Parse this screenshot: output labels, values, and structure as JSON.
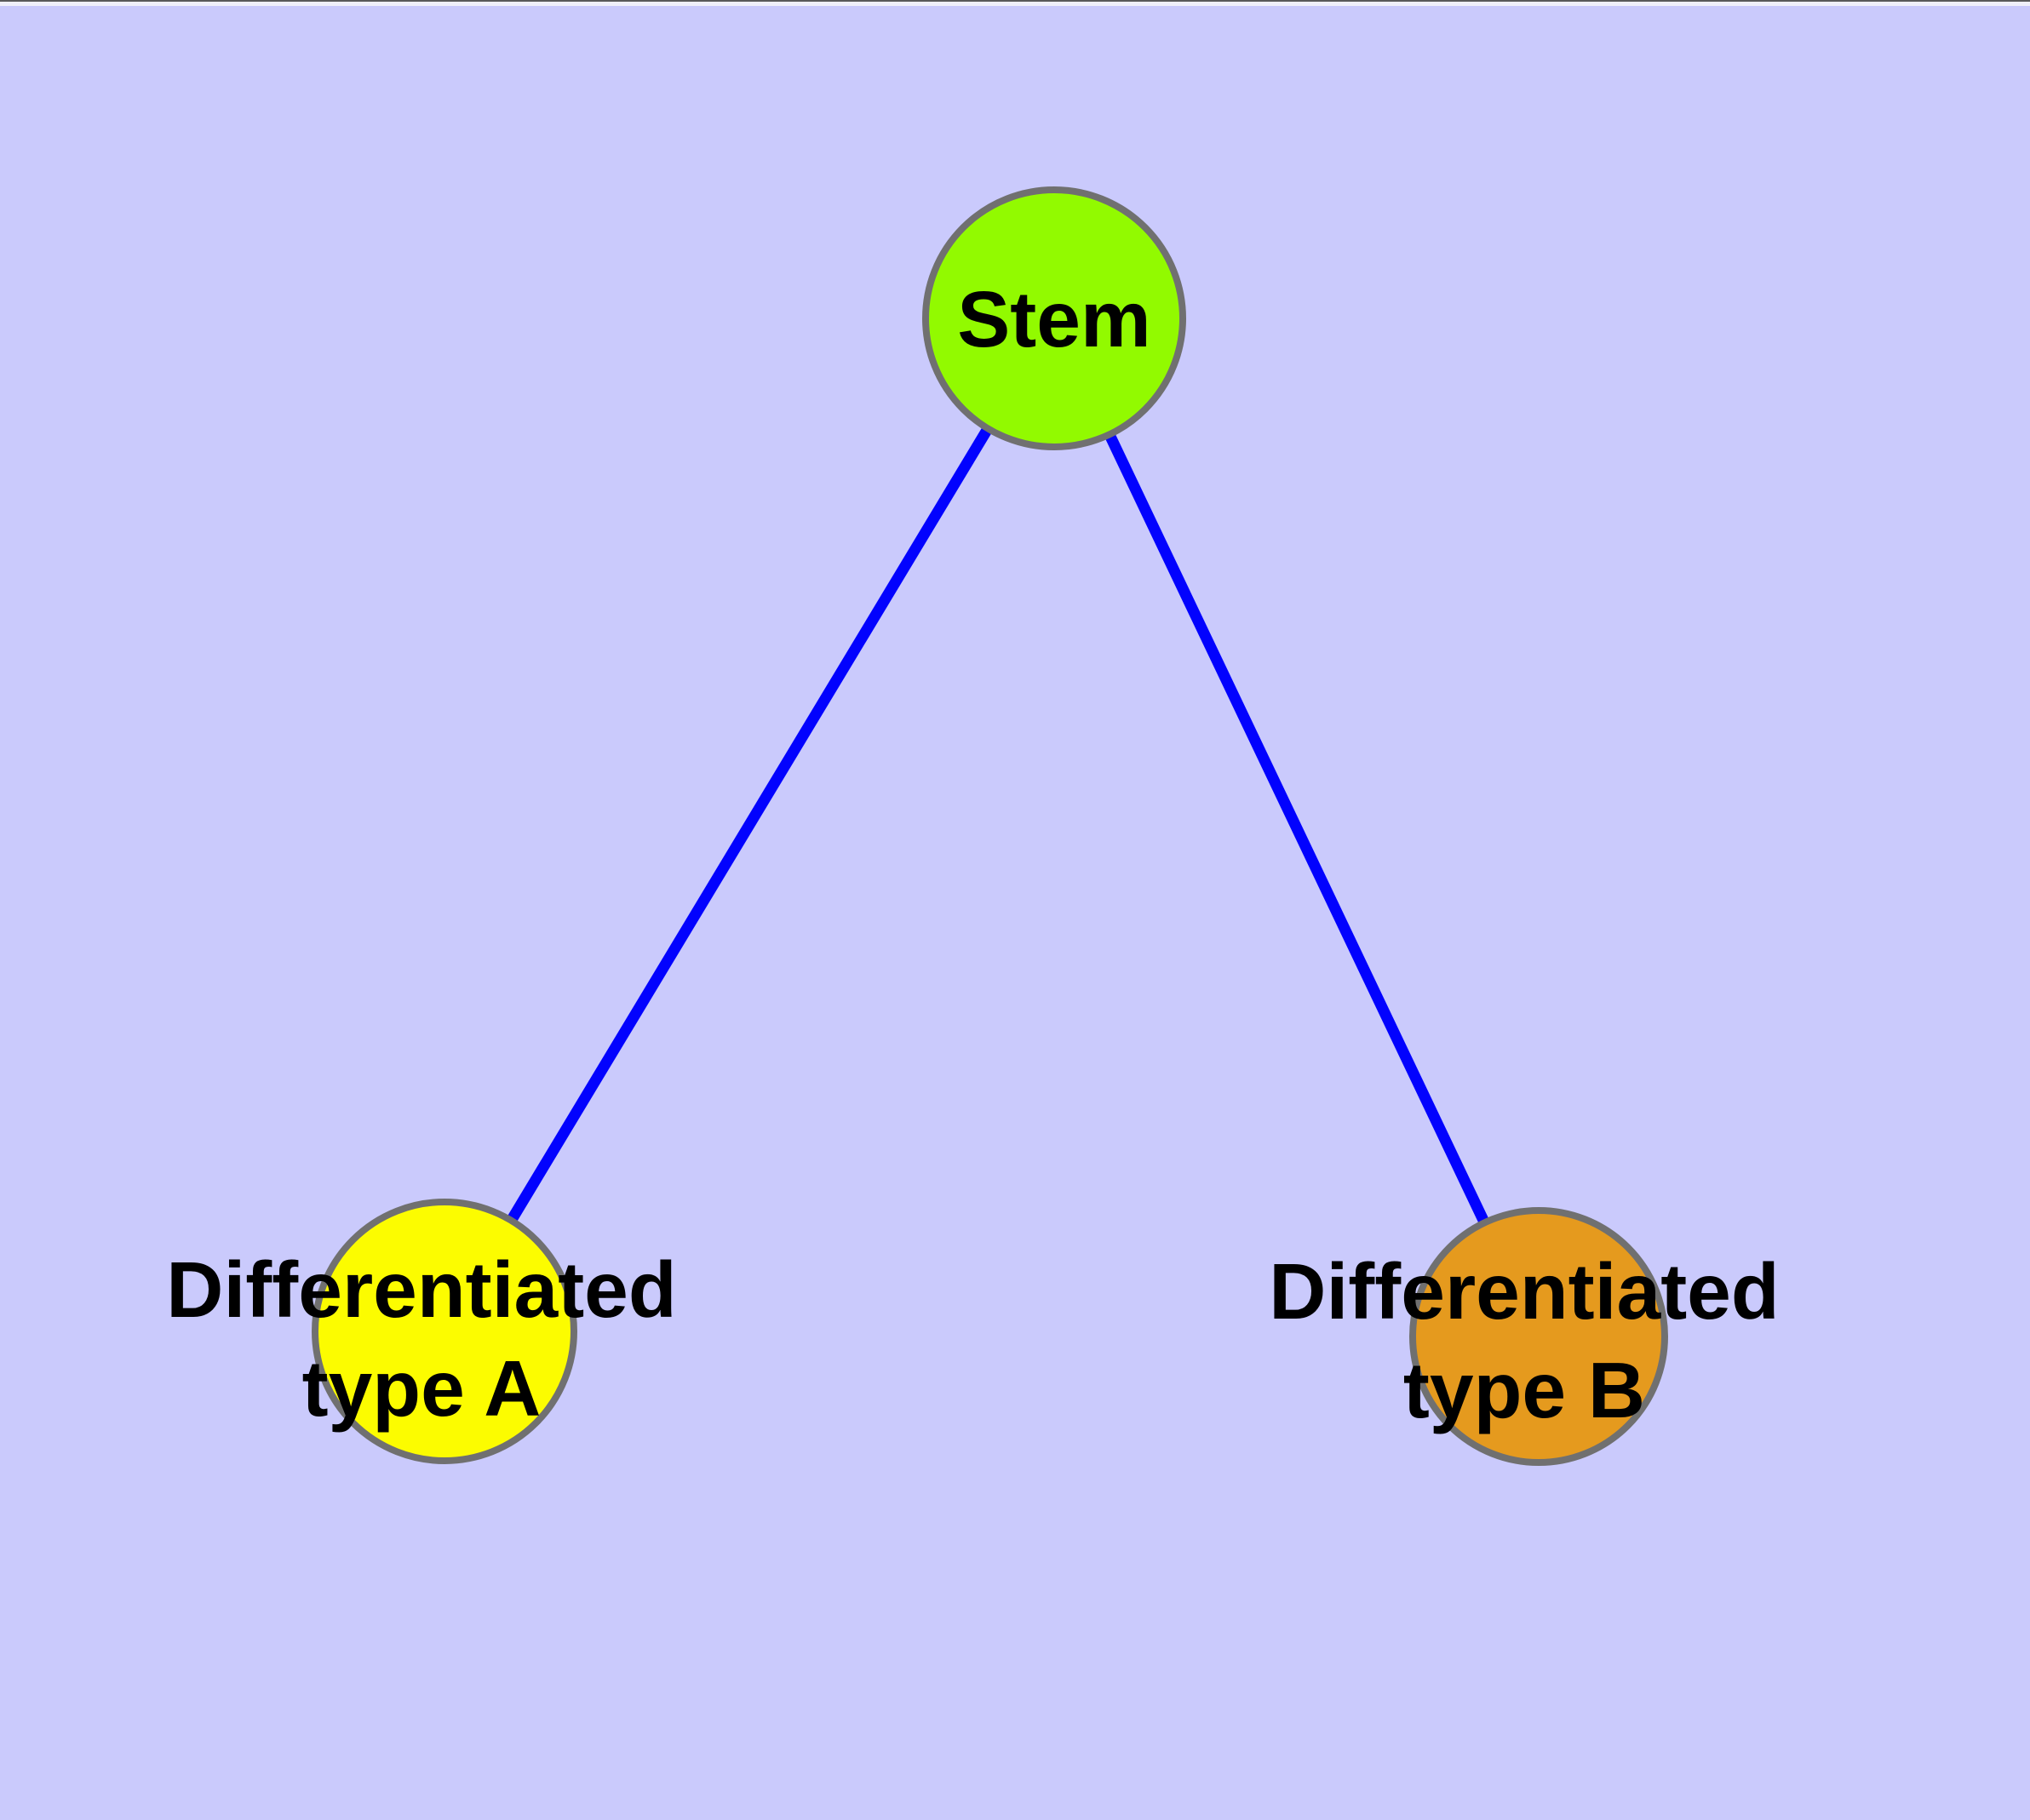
{
  "diagram": {
    "type": "graph",
    "background_color": "#CACAFC",
    "top_strip_color": "#F0F0FB",
    "top_line_color": "#5A5A5A",
    "edge_color": "#0202FE",
    "node_border_color": "#707070",
    "label_color": "#000000",
    "nodes": [
      {
        "id": "stem",
        "label": "Stem",
        "fill": "#92FA00"
      },
      {
        "id": "differentiated-type-a",
        "label_line1": "Differentiated",
        "label_line2": "type A",
        "fill": "#FCFC00"
      },
      {
        "id": "differentiated-type-b",
        "label_line1": "Differentiated",
        "label_line2": "type B",
        "fill": "#E59A1E"
      }
    ],
    "edges": [
      {
        "from": "stem",
        "to": "differentiated-type-a"
      },
      {
        "from": "stem",
        "to": "differentiated-type-b"
      }
    ]
  }
}
